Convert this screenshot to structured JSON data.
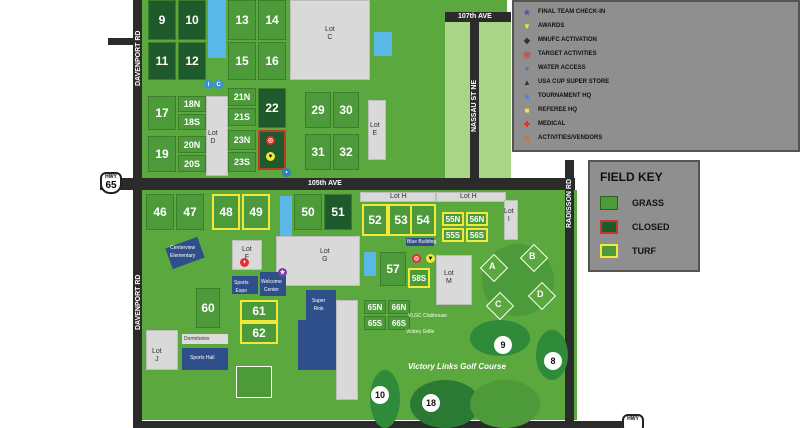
{
  "roads": {
    "davenport_top": "DAVENPORT RD",
    "davenport_bottom": "DAVENPORT RD",
    "hwy_label": "HWY",
    "hwy_number": "65",
    "hwy_bottom_label": "HWY",
    "ave_105": "105th AVE",
    "ave_107": "107th AVE",
    "nassau": "NASSAU ST NE",
    "radisson": "RADISSON RD"
  },
  "legend": {
    "items": [
      {
        "icon": "star-icon",
        "color": "#7b3fa0",
        "label": "FINAL TEAM CHECK-IN"
      },
      {
        "icon": "awards-icon",
        "color": "#f0e83a",
        "label": "AWARDS"
      },
      {
        "icon": "activation-icon",
        "color": "#333333",
        "label": "MNUFC ACTIVATION"
      },
      {
        "icon": "target-icon",
        "color": "#e03030",
        "label": "TARGET ACTIVITIES"
      },
      {
        "icon": "water-drop-icon",
        "color": "#2f7fc1",
        "label": "WATER ACCESS"
      },
      {
        "icon": "store-icon",
        "color": "#333333",
        "label": "USA CUP SUPER STORE"
      },
      {
        "icon": "star-icon",
        "color": "#3a8fd6",
        "label": "TOURNAMENT HQ"
      },
      {
        "icon": "square-icon",
        "color": "#f0e83a",
        "label": "REFEREE HQ"
      },
      {
        "icon": "cross-icon",
        "color": "#e03030",
        "label": "MEDICAL"
      },
      {
        "icon": "star-icon",
        "color": "#e06a2a",
        "label": "ACTIVITIES/VENDORS"
      }
    ]
  },
  "field_key": {
    "title": "FIELD KEY",
    "grass": "GRASS",
    "closed": "CLOSED",
    "turf": "TURF",
    "grass_color": "#4d9a3a",
    "closed_border": "#c0392b",
    "turf_border": "#f0e83a"
  },
  "fields": {
    "f9": "9",
    "f10": "10",
    "f11": "11",
    "f12": "12",
    "f13": "13",
    "f14": "14",
    "f15": "15",
    "f16": "16",
    "f17": "17",
    "f18n": "18N",
    "f18s": "18S",
    "f19": "19",
    "f20n": "20N",
    "f20s": "20S",
    "f21n": "21N",
    "f21s": "21S",
    "f22": "22",
    "f23n": "23N",
    "f23s": "23S",
    "f29": "29",
    "f30": "30",
    "f31": "31",
    "f32": "32",
    "f46": "46",
    "f47": "47",
    "f48": "48",
    "f49": "49",
    "f50": "50",
    "f51": "51",
    "f52": "52",
    "f53": "53",
    "f54": "54",
    "f55n": "55N",
    "f55s": "55S",
    "f56n": "56N",
    "f56s": "56S",
    "f57": "57",
    "f58s": "58S",
    "f60": "60",
    "f61": "61",
    "f62": "62",
    "f65n": "65N",
    "f65s": "65S",
    "f66n": "66N",
    "f66s": "66S"
  },
  "softball": [
    "A",
    "B",
    "C",
    "D"
  ],
  "lots": {
    "c": "Lot\nC",
    "d": "Lot\nD",
    "e": "Lot\nE",
    "f": "Lot\nF",
    "g": "Lot\nG",
    "h1": "Lot H",
    "h2": "Lot H",
    "i": "Lot\nI",
    "j": "Lot\nJ",
    "m": "Lot\nM"
  },
  "buildings": {
    "centerview": "Centerview\nElementary",
    "sports_expo": "Sports\nExpo",
    "welcome_center": "Welcome\nCenter",
    "super_rink": "Super\nRink",
    "dormitories": "Dormitories",
    "sports_hall": "Sports Hall",
    "blue_building": "Blue Building",
    "vlgc_clubhouse": "VLGC Clubhouse",
    "victory_grille": "Victory Grille",
    "golf_course": "Victory Links Golf Course"
  },
  "golf_holes": [
    "9",
    "8",
    "10",
    "18"
  ]
}
